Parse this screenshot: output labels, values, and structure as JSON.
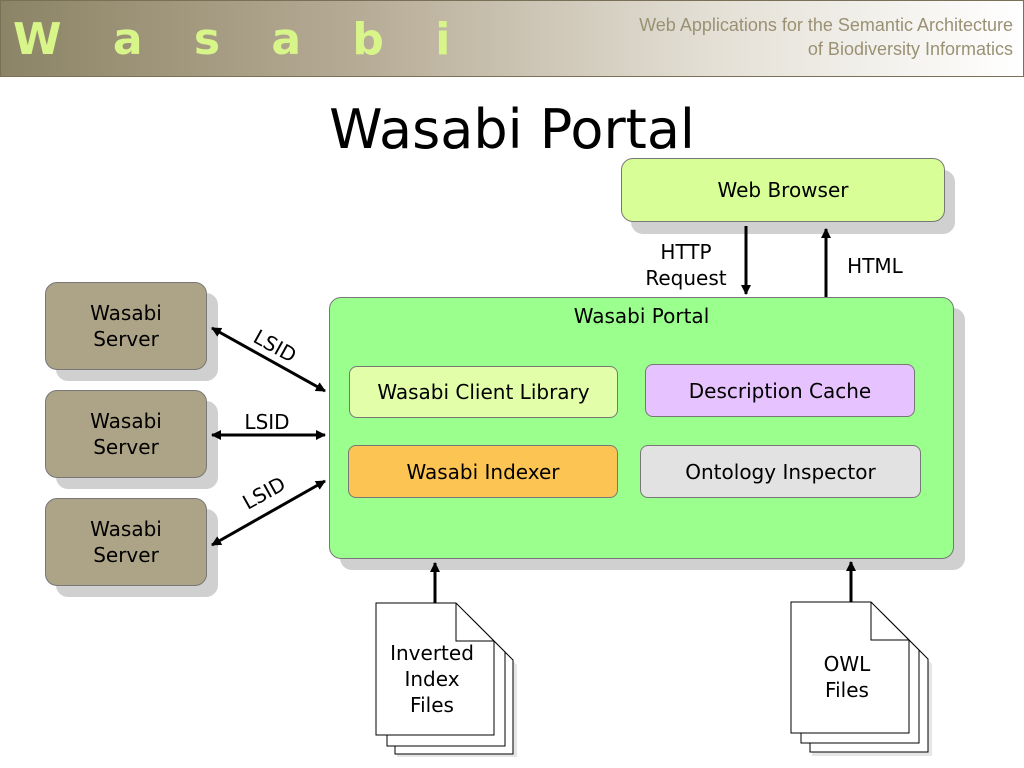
{
  "header": {
    "brand": "W a s a b i",
    "tagline_line1": "Web Applications for the Semantic Architecture",
    "tagline_line2": "of Biodiversity Informatics"
  },
  "title": "Wasabi Portal",
  "diagram": {
    "web_browser": "Web Browser",
    "http_request_line1": "HTTP",
    "http_request_line2": "Request",
    "html": "HTML",
    "servers": [
      {
        "line1": "Wasabi",
        "line2": "Server",
        "protocol": "LSID"
      },
      {
        "line1": "Wasabi",
        "line2": "Server",
        "protocol": "LSID"
      },
      {
        "line1": "Wasabi",
        "line2": "Server",
        "protocol": "LSID"
      }
    ],
    "portal": {
      "label": "Wasabi Portal",
      "client_library": "Wasabi Client Library",
      "description_cache": "Description Cache",
      "indexer": "Wasabi Indexer",
      "ontology_inspector": "Ontology Inspector"
    },
    "inverted_index_files": {
      "line1": "Inverted",
      "line2": "Index",
      "line3": "Files"
    },
    "owl_files": {
      "line1": "OWL",
      "line2": "Files"
    }
  },
  "colors": {
    "brand_text": "#d8f58a",
    "web_browser": "#d8fe98",
    "server": "#ada386",
    "portal": "#9aff8c",
    "client_library": "#e2fea9",
    "description_cache": "#e6c2fe",
    "indexer": "#fcc452",
    "ontology_inspector": "#e2e2e2"
  }
}
